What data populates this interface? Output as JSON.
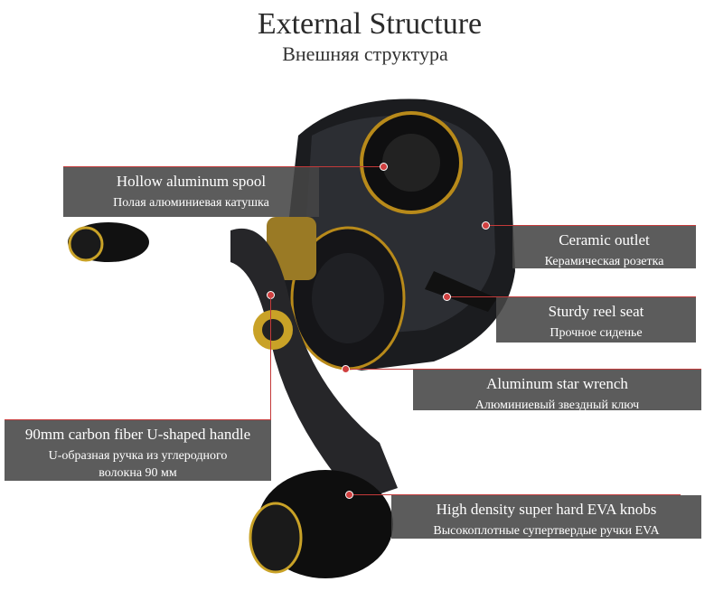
{
  "header": {
    "title": "External Structure",
    "subtitle": "Внешняя структура"
  },
  "callouts": {
    "spool": {
      "en": "Hollow aluminum spool",
      "ru": "Полая алюминиевая катушка"
    },
    "outlet": {
      "en": "Ceramic outlet",
      "ru": "Керамическая розетка"
    },
    "seat": {
      "en": "Sturdy reel seat",
      "ru": "Прочное сиденье"
    },
    "wrench": {
      "en": "Aluminum star wrench",
      "ru": "Алюминиевый звездный ключ"
    },
    "handle": {
      "en": "90mm carbon fiber U-shaped handle",
      "ru": "U-образная ручка из углеродного волокна 90 мм"
    },
    "knobs": {
      "en": "High density super hard EVA knobs",
      "ru": "Высокоплотные супертвердые ручки EVA"
    }
  },
  "colors": {
    "accent": "#c43a3a",
    "label_bg": "#464646"
  }
}
